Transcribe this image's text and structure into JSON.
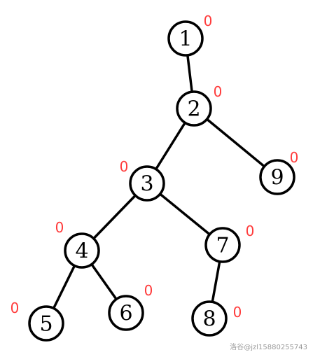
{
  "colors": {
    "node_stroke": "#000000",
    "node_fill": "#ffffff",
    "edge": "#000000",
    "weight_label": "#ff3b3b"
  },
  "tree": {
    "nodes": [
      {
        "id": "1",
        "label": "1",
        "weight": "0"
      },
      {
        "id": "2",
        "label": "2",
        "weight": "0"
      },
      {
        "id": "3",
        "label": "3",
        "weight": "0"
      },
      {
        "id": "9",
        "label": "9",
        "weight": "0"
      },
      {
        "id": "4",
        "label": "4",
        "weight": "0"
      },
      {
        "id": "7",
        "label": "7",
        "weight": "0"
      },
      {
        "id": "5",
        "label": "5",
        "weight": "0"
      },
      {
        "id": "6",
        "label": "6",
        "weight": "0"
      },
      {
        "id": "8",
        "label": "8",
        "weight": "0"
      }
    ],
    "edges": [
      {
        "from": "1",
        "to": "2"
      },
      {
        "from": "2",
        "to": "3"
      },
      {
        "from": "2",
        "to": "9"
      },
      {
        "from": "3",
        "to": "4"
      },
      {
        "from": "3",
        "to": "7"
      },
      {
        "from": "4",
        "to": "5"
      },
      {
        "from": "4",
        "to": "6"
      },
      {
        "from": "7",
        "to": "8"
      }
    ]
  },
  "watermark": "洛谷@jzl15880255743"
}
